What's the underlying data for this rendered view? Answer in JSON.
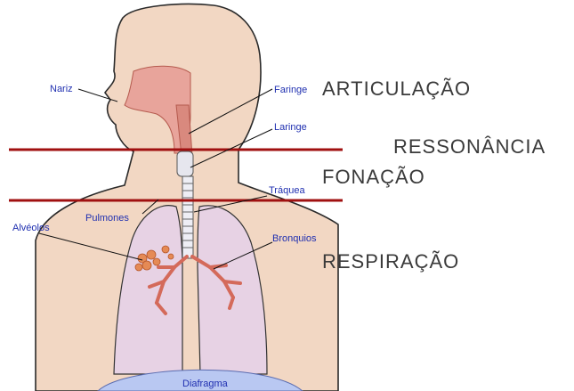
{
  "labels": {
    "nariz": "Nariz",
    "faringe": "Faringe",
    "laringe": "Laringe",
    "traquea": "Tráquea",
    "pulmones": "Pulmones",
    "alveolos": "Alvéolos",
    "bronquios": "Bronquios",
    "diafragma": "Diafragma"
  },
  "zones": {
    "articulacao": "ARTICULAÇÃO",
    "ressonancia": "RESSONÂNCIA",
    "fonacao": "FONAÇÃO",
    "respiracao": "RESPIRAÇÃO"
  },
  "colors": {
    "skin": "#f2d7c3",
    "lung": "#e7d2e4",
    "airway": "#e8a49b",
    "alveoli": "#e58a55",
    "diaphragm": "#b9c8f2",
    "divider": "#a01010",
    "label_blue": "#1f2fb0"
  }
}
